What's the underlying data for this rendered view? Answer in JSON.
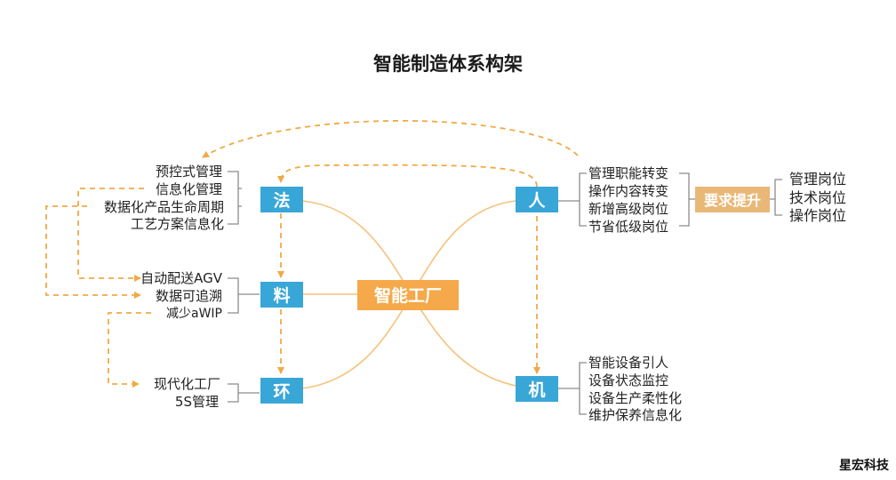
{
  "title": "智能制造体系构架",
  "center": {
    "label": "智能工厂"
  },
  "nodes": {
    "fa": "法",
    "liao": "料",
    "huan": "环",
    "ren": "人",
    "ji": "机"
  },
  "fa_items": [
    "预控式管理",
    "信息化管理",
    "数据化产品生命周期",
    "工艺方案信息化"
  ],
  "liao_items": [
    "自动配送AGV",
    "数据可追溯",
    "减少aWIP"
  ],
  "huan_items": [
    "现代化工厂",
    "5S管理"
  ],
  "ren_items": [
    "管理职能转变",
    "操作内容转变",
    "新增高级岗位",
    "节省低级岗位"
  ],
  "ji_items": [
    "智能设备引人",
    "设备状态监控",
    "设备生产柔性化",
    "维护保养信息化"
  ],
  "requirement": {
    "label": "要求提升",
    "items": [
      "管理岗位",
      "技术岗位",
      "操作岗位"
    ]
  },
  "watermark": "星宏科技",
  "colors": {
    "node_blue": "#39a6d8",
    "center_orange": "#f5a94a",
    "requirement_tan": "#e9b877",
    "line_orange": "#f0a945",
    "bracket_gray": "#8c8c8c"
  }
}
